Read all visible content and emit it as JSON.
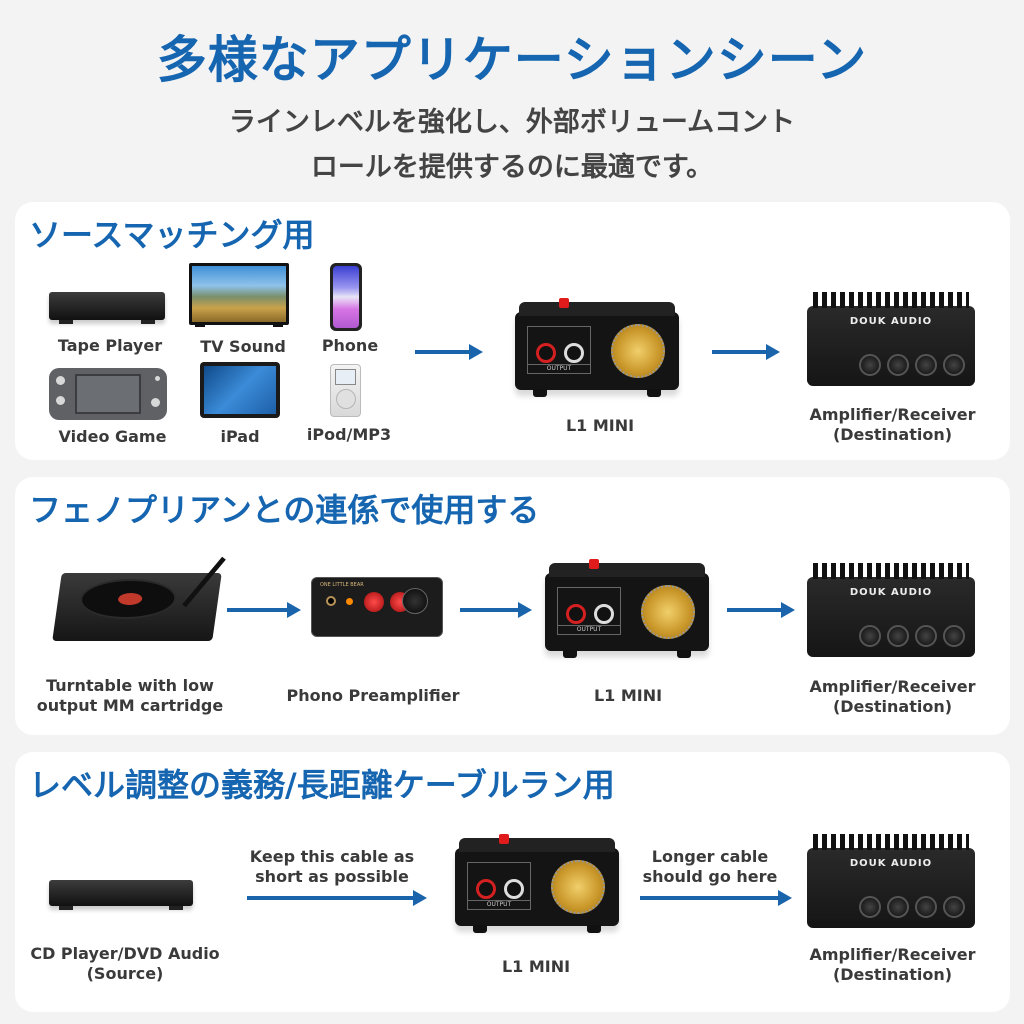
{
  "header": {
    "title": "多様なアプリケーションシーン",
    "subtitle_line1": "ラインレベルを強化し、外部ボリュームコント",
    "subtitle_line2": "ロールを提供するのに最適です。"
  },
  "colors": {
    "accent": "#1565b0",
    "arrow": "#1a64ac",
    "background": "#f3f3f3",
    "card": "#ffffff",
    "text": "#3a3a3a"
  },
  "sections": [
    {
      "title": "ソースマッチング用",
      "sources": [
        {
          "label": "Tape Player",
          "icon": "tape-player-icon"
        },
        {
          "label": "TV Sound",
          "icon": "tv-icon"
        },
        {
          "label": "Phone",
          "icon": "phone-icon"
        },
        {
          "label": "Video Game",
          "icon": "game-console-icon"
        },
        {
          "label": "iPad",
          "icon": "tablet-icon"
        },
        {
          "label": "iPod/MP3",
          "icon": "ipod-icon"
        }
      ],
      "middle": {
        "label": "L1 MINI",
        "output_label": "OUTPUT",
        "brand": ""
      },
      "destination": {
        "label_line1": "Amplifier/Receiver",
        "label_line2": "(Destination)",
        "brand": "DOUK AUDIO"
      }
    },
    {
      "title": "フェノプリアンとの連係で使用する",
      "source": {
        "label_line1": "Turntable with low",
        "label_line2": "output MM cartridge"
      },
      "preamp": {
        "label": "Phono Preamplifier",
        "brand": "ONE LITTLE BEAR"
      },
      "middle": {
        "label": "L1 MINI",
        "output_label": "OUTPUT"
      },
      "destination": {
        "label_line1": "Amplifier/Receiver",
        "label_line2": "(Destination)",
        "brand": "DOUK AUDIO"
      }
    },
    {
      "title": "レベル調整の義務/長距離ケーブルラン用",
      "source": {
        "label_line1": "CD Player/DVD Audio",
        "label_line2": "(Source)"
      },
      "cable_note_1": {
        "line1": "Keep this cable as",
        "line2": "short as possible"
      },
      "middle": {
        "label": "L1 MINI",
        "output_label": "OUTPUT"
      },
      "cable_note_2": {
        "line1": "Longer cable",
        "line2": "should go here"
      },
      "destination": {
        "label_line1": "Amplifier/Receiver",
        "label_line2": "(Destination)",
        "brand": "DOUK AUDIO"
      }
    }
  ]
}
